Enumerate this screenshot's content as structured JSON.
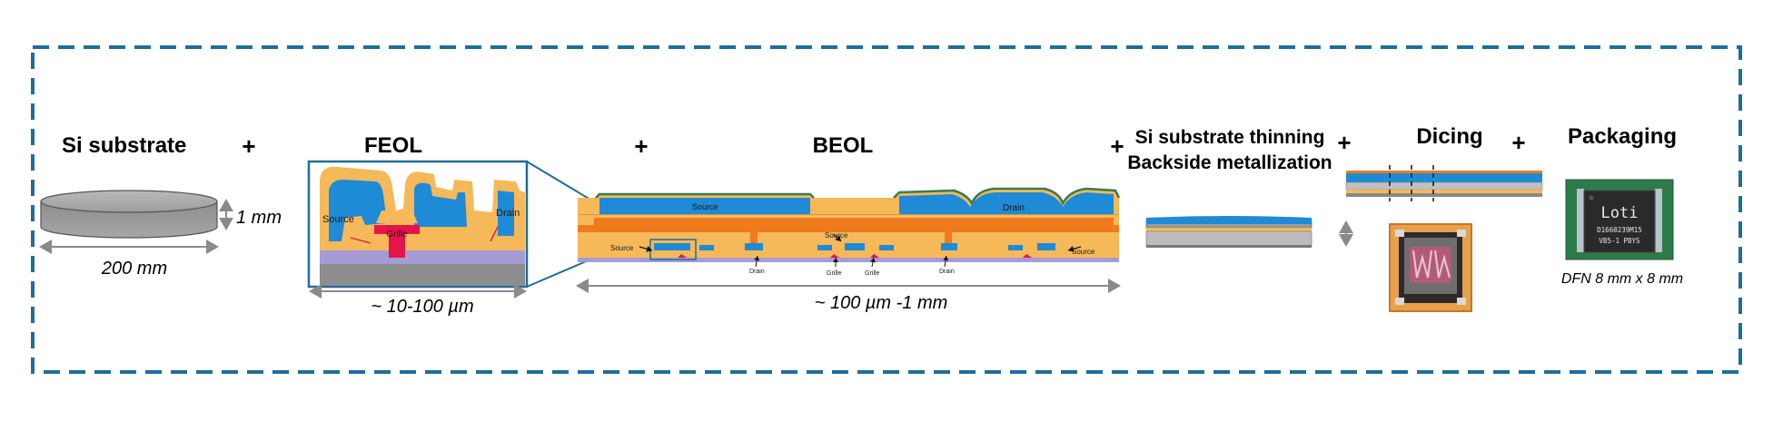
{
  "colors": {
    "frame": "#1f6e99",
    "substrate_gray": "#9a9a9a",
    "metal_blue": "#1f8ad6",
    "oxide_orange": "#f5b95a",
    "gate_red": "#e5154a",
    "layer_orange": "#f07a1e",
    "passivation_green": "#3a7a52",
    "dielectric_purple": "#a79bd6",
    "dim_gray": "#8a8a8a"
  },
  "stages": {
    "si_substrate": "Si substrate",
    "feol": "FEOL",
    "beol": "BEOL",
    "thinning_line1": "Si substrate thinning",
    "thinning_line2": "Backside metallization",
    "dicing": "Dicing",
    "packaging": "Packaging"
  },
  "plus": "+",
  "dimensions": {
    "wafer_diameter": "200 mm",
    "wafer_thickness": "1 mm",
    "feol_width": "~ 10-100 µm",
    "beol_width": "~ 100 µm -1 mm"
  },
  "feol_labels": {
    "source": "Source",
    "drain": "Drain",
    "gate": "Grille"
  },
  "beol_labels": {
    "source_top": "Source",
    "drain_top": "Drain",
    "source_mid": "Source",
    "source_left": "Source",
    "source_right": "Source",
    "drain_bottom_1": "Drain",
    "grille_1": "Grille",
    "grille_2": "Grille",
    "drain_bottom_2": "Drain"
  },
  "chip_marking": {
    "line1": "Loti",
    "line2": "D1660239M15",
    "line3": "VB5-1  PBYS"
  },
  "package_caption": "DFN 8 mm x 8 mm"
}
